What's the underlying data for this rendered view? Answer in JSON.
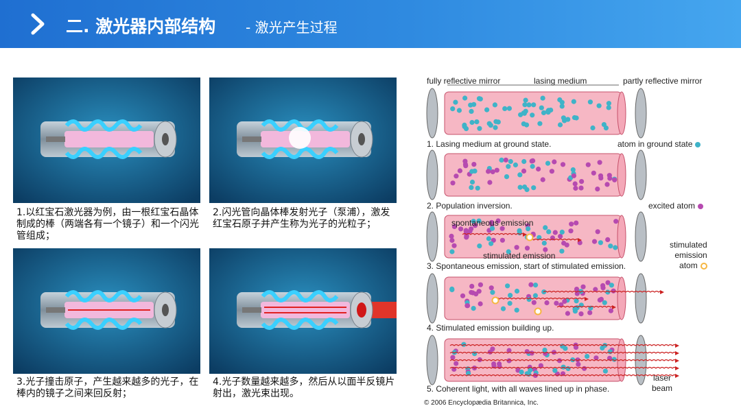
{
  "header": {
    "title": "二. 激光器内部结构",
    "subtitle": "- 激光产生过程",
    "icon": "chevron-right-icon",
    "gradient": [
      "#1f6fd1",
      "#45a6ef"
    ]
  },
  "steps": [
    {
      "caption": "1.以红宝石激光器为例，由一根红宝石晶体制成的棒（两端各有一个镜子）和一个闪光管组成；"
    },
    {
      "caption": "2.闪光管向晶体棒发射光子（泵浦），激发红宝石原子并产生称为光子的光粒子；"
    },
    {
      "caption": "3.光子撞击原子，产生越来越多的光子，在棒内的镜子之间来回反射；"
    },
    {
      "caption": "4.光子数量越来越多，然后从以面半反镜片射出，激光束出现。"
    }
  ],
  "diagram": {
    "top_labels": [
      "fully reflective mirror",
      "lasing medium",
      "partly reflective mirror"
    ],
    "stages": [
      {
        "label": "1. Lasing medium at ground state.",
        "side": "atom in ground state"
      },
      {
        "label": "2. Population inversion.",
        "side": "excited atom"
      },
      {
        "label": "3. Spontaneous emission, start of stimulated emission.",
        "side": ""
      },
      {
        "label": "4. Stimulated emission building up.",
        "side": ""
      },
      {
        "label": "5. Coherent light, with all waves lined up in phase.",
        "side": ""
      }
    ],
    "inner_labels": [
      "spontaneous emission",
      "stimulated emission"
    ],
    "stimulated_atom_label": [
      "stimulated",
      "emission",
      "atom"
    ],
    "beam_label": [
      "laser",
      "beam"
    ],
    "copyright": "© 2006 Encyclopædia Britannica, Inc.",
    "colors": {
      "ground": "#3fb3c8",
      "excited": "#b64ab0",
      "stimulated": "#f6b640",
      "wave": "#cc2222",
      "tube": "#f6b7c4"
    }
  }
}
